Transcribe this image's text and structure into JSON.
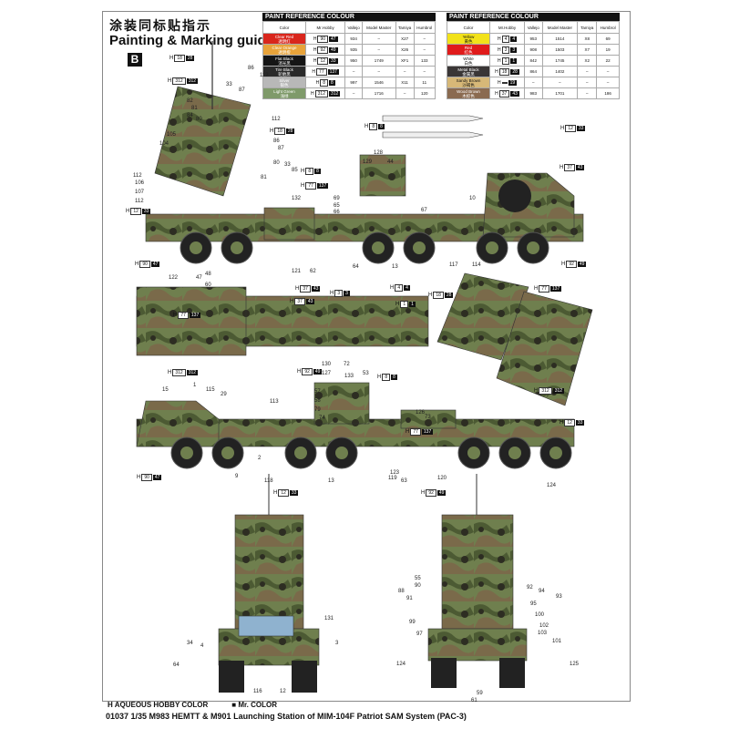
{
  "header": {
    "title_cn": "涂装同标贴指示",
    "title_en": "Painting & Marking guide",
    "section": "B"
  },
  "paint_tables": [
    {
      "title": "PAINT  REFERENCE COLOUR",
      "columns": [
        "Color",
        "Mr.Hobby",
        "Vallejo",
        "Model Master",
        "Tamiya",
        "Humbrol"
      ],
      "rows": [
        {
          "name": "Clear Red",
          "name_cn": "透明红",
          "swatch": "#d9261c",
          "h": "90",
          "c": "47",
          "vallejo": "934",
          "mm": "–",
          "tamiya": "X27",
          "humbrol": "–"
        },
        {
          "name": "Clear Orange",
          "name_cn": "透明橙",
          "swatch": "#e8a33a",
          "h": "92",
          "c": "49",
          "vallejo": "935",
          "mm": "–",
          "tamiya": "X26",
          "humbrol": "–"
        },
        {
          "name": "Flat Black",
          "name_cn": "消光黑",
          "swatch": "#151515",
          "h": "12",
          "c": "33",
          "vallejo": "950",
          "mm": "1749",
          "tamiya": "XF1",
          "humbrol": "133"
        },
        {
          "name": "Tire Black",
          "name_cn": "轮胎黑",
          "swatch": "#2a2a2a",
          "h": "77",
          "c": "137",
          "vallejo": "–",
          "mm": "–",
          "tamiya": "–",
          "humbrol": "–"
        },
        {
          "name": "Silver",
          "name_cn": "银色",
          "swatch": "#b8b8b8",
          "h": "8",
          "c": "8",
          "vallejo": "997",
          "mm": "1546",
          "tamiya": "X11",
          "humbrol": "11"
        },
        {
          "name": "Light Green",
          "name_cn": "浅绿",
          "swatch": "#7f9a6a",
          "h": "312",
          "c": "312",
          "vallejo": "–",
          "mm": "1716",
          "tamiya": "–",
          "humbrol": "120"
        }
      ]
    },
    {
      "title": "PAINT  REFERENCE COLOUR",
      "columns": [
        "Color",
        "Mr.Hobby",
        "Vallejo",
        "Model Master",
        "Tamiya",
        "Humbrol"
      ],
      "rows": [
        {
          "name": "Yellow",
          "name_cn": "黄色",
          "swatch": "#f2e21a",
          "h": "4",
          "c": "4",
          "vallejo": "953",
          "mm": "1514",
          "tamiya": "X8",
          "humbrol": "69"
        },
        {
          "name": "Red",
          "name_cn": "红色",
          "swatch": "#e01b1b",
          "h": "3",
          "c": "3",
          "vallejo": "908",
          "mm": "1503",
          "tamiya": "X7",
          "humbrol": "19"
        },
        {
          "name": "White",
          "name_cn": "白色",
          "swatch": "#ffffff",
          "h": "1",
          "c": "1",
          "vallejo": "842",
          "mm": "1745",
          "tamiya": "X2",
          "humbrol": "22"
        },
        {
          "name": "Metal Black",
          "name_cn": "金属黑",
          "swatch": "#3a3636",
          "h": "18",
          "c": "28",
          "vallejo": "864",
          "mm": "1402",
          "tamiya": "–",
          "humbrol": "–"
        },
        {
          "name": "Sandy Brown",
          "name_cn": "沙褐色",
          "swatch": "#d7b878",
          "h": "",
          "c": "19",
          "vallejo": "–",
          "mm": "–",
          "tamiya": "–",
          "humbrol": "–"
        },
        {
          "name": "Wood Brown",
          "name_cn": "木棕色",
          "swatch": "#8a6a50",
          "h": "37",
          "c": "43",
          "vallejo": "983",
          "mm": "1701",
          "tamiya": "–",
          "humbrol": "186"
        }
      ]
    }
  ],
  "callouts": [
    "86",
    "112",
    "33",
    "87",
    "82",
    "81",
    "84",
    "80",
    "105",
    "104",
    "112",
    "86",
    "87",
    "80",
    "33",
    "85",
    "81",
    "112",
    "106",
    "107",
    "112",
    "122",
    "47",
    "48",
    "60",
    "121",
    "62",
    "132",
    "128",
    "129",
    "44",
    "69",
    "66",
    "65",
    "67",
    "64",
    "13",
    "117",
    "114",
    "10",
    "15",
    "1",
    "115",
    "29",
    "113",
    "2",
    "9",
    "118",
    "13",
    "119",
    "63",
    "120",
    "124",
    "130",
    "72",
    "127",
    "133",
    "53",
    "57",
    "58",
    "79",
    "74",
    "126",
    "73",
    "123",
    "34",
    "4",
    "64",
    "131",
    "3",
    "116",
    "12",
    "55",
    "90",
    "88",
    "91",
    "99",
    "97",
    "124",
    "92",
    "94",
    "93",
    "95",
    "100",
    "102",
    "103",
    "101",
    "125",
    "59",
    "61"
  ],
  "refs": [
    {
      "h": "18",
      "c": "28"
    },
    {
      "h": "312",
      "c": "312"
    },
    {
      "h": "18",
      "c": "28"
    },
    {
      "h": "8",
      "c": "8"
    },
    {
      "h": "77",
      "c": "137"
    },
    {
      "h": "12",
      "c": "33"
    },
    {
      "h": "37",
      "c": "43"
    },
    {
      "h": "90",
      "c": "47"
    },
    {
      "h": "92",
      "c": "49"
    },
    {
      "h": "8",
      "c": "8"
    },
    {
      "h": "12",
      "c": "33"
    },
    {
      "h": "77",
      "c": "137"
    },
    {
      "h": "312",
      "c": "312"
    },
    {
      "h": "37",
      "c": "43"
    },
    {
      "h": "4",
      "c": "4"
    },
    {
      "h": "1",
      "c": "1"
    },
    {
      "h": "92",
      "c": "49"
    },
    {
      "h": "18",
      "c": "28"
    },
    {
      "h": "77",
      "c": "137"
    },
    {
      "h": "37",
      "c": "43"
    },
    {
      "h": "3",
      "c": "3"
    },
    {
      "h": "8",
      "c": "8"
    },
    {
      "h": "312",
      "c": "312"
    },
    {
      "h": "12",
      "c": "33"
    },
    {
      "h": "77",
      "c": "137"
    },
    {
      "h": "90",
      "c": "47"
    },
    {
      "h": "12",
      "c": "33"
    },
    {
      "h": "92",
      "c": "49"
    }
  ],
  "legend": {
    "aqueous_symbol": "H",
    "aqueous": "AQUEOUS HOBBY COLOR",
    "mr_symbol": "■",
    "mr": "Mr. COLOR"
  },
  "footer": "01037 1/35 M983 HEMTT & M901 Launching Station of MIM-104F Patriot SAM System (PAC-3)"
}
